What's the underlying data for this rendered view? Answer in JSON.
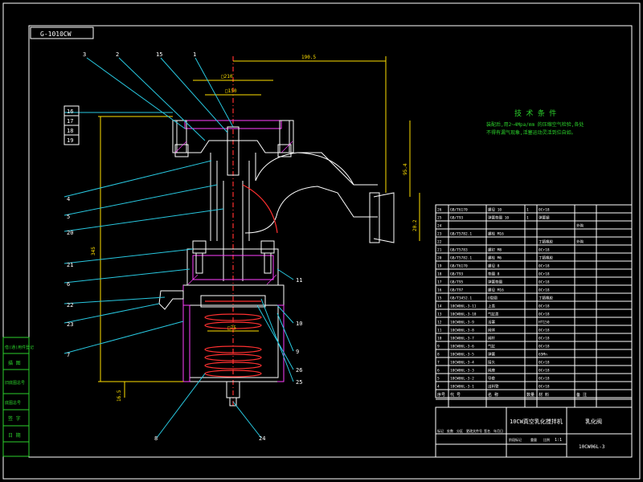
{
  "drawing": {
    "stamp": "G-1010CW",
    "title": "10CW真空乳化搅拌机",
    "drawing_no": "10CW06L-3",
    "assembly_name": "乳化阀",
    "scale": "1:1"
  },
  "tech_requirements": {
    "heading": "技 术 条 件",
    "line1": "装配后,用2~4Mpa/mm   的压缩空气检验,各处",
    "line2": "不得有漏气现象,活塞运动灵活到位自如。"
  },
  "dimensions": {
    "width_top": "190.5",
    "outlet_height": "95.4",
    "outlet_height2": "20.2",
    "flange_dia": "□210",
    "flange_dia2": "□150",
    "body_height": "345",
    "bottom_offset": "16.5",
    "cyl_dia": "□75"
  },
  "callouts_top": [
    "3",
    "2",
    "15",
    "1"
  ],
  "callouts_left": [
    "16",
    "17",
    "18",
    "19",
    "4",
    "5",
    "20",
    "21",
    "6",
    "22",
    "23",
    "7",
    "8"
  ],
  "callouts_right": [
    "11",
    "10",
    "9",
    "26",
    "25",
    "24"
  ],
  "bom_rows": [
    [
      "26",
      "GB/T6170",
      "螺母 10",
      "1",
      "0Cr18",
      ""
    ],
    [
      "25",
      "GB/T93",
      "弹簧垫圈 10",
      "1",
      "弹簧钢",
      ""
    ],
    [
      "24",
      "",
      "",
      "",
      "",
      "外购"
    ],
    [
      "23",
      "GB/T5782.1",
      "螺栓 M16",
      "",
      "",
      ""
    ],
    [
      "22",
      "",
      "",
      "",
      "丁腈橡胶",
      "外购"
    ],
    [
      "21",
      "GB/T5783",
      "螺钉 M8",
      "",
      "0Cr18",
      ""
    ],
    [
      "20",
      "GB/T5782.1",
      "螺栓 M6",
      "",
      "丁腈橡胶",
      ""
    ],
    [
      "19",
      "GB/T6170",
      "螺母 8",
      "",
      "0Cr18",
      ""
    ],
    [
      "18",
      "GB/T93",
      "垫圈 8",
      "",
      "0Cr18",
      ""
    ],
    [
      "17",
      "GB/T95",
      "弹簧垫圈",
      "",
      "0Cr18",
      ""
    ],
    [
      "16",
      "GB/T97",
      "螺母 M16",
      "",
      "0Cr18",
      ""
    ],
    [
      "15",
      "GB/T3452.1",
      "O型圈",
      "",
      "丁腈橡胶",
      ""
    ],
    [
      "14",
      "10CW06L-3-11",
      "上盖",
      "",
      "0Cr18",
      ""
    ],
    [
      "13",
      "10CW06L-3-10",
      "气缸盖",
      "",
      "0Cr18",
      ""
    ],
    [
      "12",
      "10CW06L-3-9",
      "活塞",
      "",
      "HT150",
      ""
    ],
    [
      "11",
      "10CW06L-3-8",
      "阀体",
      "",
      "0Cr18",
      ""
    ],
    [
      "10",
      "10CW06L-3-7",
      "阀杆",
      "",
      "0Cr18",
      ""
    ],
    [
      "9",
      "10CW06L-3-6",
      "气缸",
      "",
      "0Cr18",
      ""
    ],
    [
      "8",
      "10CW06L-3-5",
      "弹簧",
      "",
      "65Mn",
      ""
    ],
    [
      "7",
      "10CW06L-3-4",
      "接头",
      "",
      "0Cr18",
      ""
    ],
    [
      "6",
      "10CW06L-3-3",
      "阀座",
      "",
      "0Cr18",
      ""
    ],
    [
      "5",
      "10CW06L-3-2",
      "导套",
      "",
      "0Cr18",
      ""
    ],
    [
      "4",
      "10CW06L-3-1",
      "出料管",
      "",
      "0Cr18",
      ""
    ]
  ],
  "bom_header": [
    "序号",
    "代 号",
    "名 称",
    "数量",
    "材 料",
    "备 注"
  ],
  "side_labels": [
    "借(通)用件登记",
    "描 图",
    "旧底图总号",
    "底图总号",
    "签 字",
    "日 期"
  ],
  "title_block_left": [
    "标记",
    "处数",
    "分区",
    "更改文件号",
    "签名",
    "年月日"
  ],
  "title_block_mid": [
    "阶段标记",
    "重量",
    "比例"
  ],
  "colors": {
    "background": "#000000",
    "lines": "#ffffff",
    "border": "#2bd12b",
    "leaders": "#28c8e0",
    "dimensions": "#ffe000",
    "section": "#ff3030"
  }
}
